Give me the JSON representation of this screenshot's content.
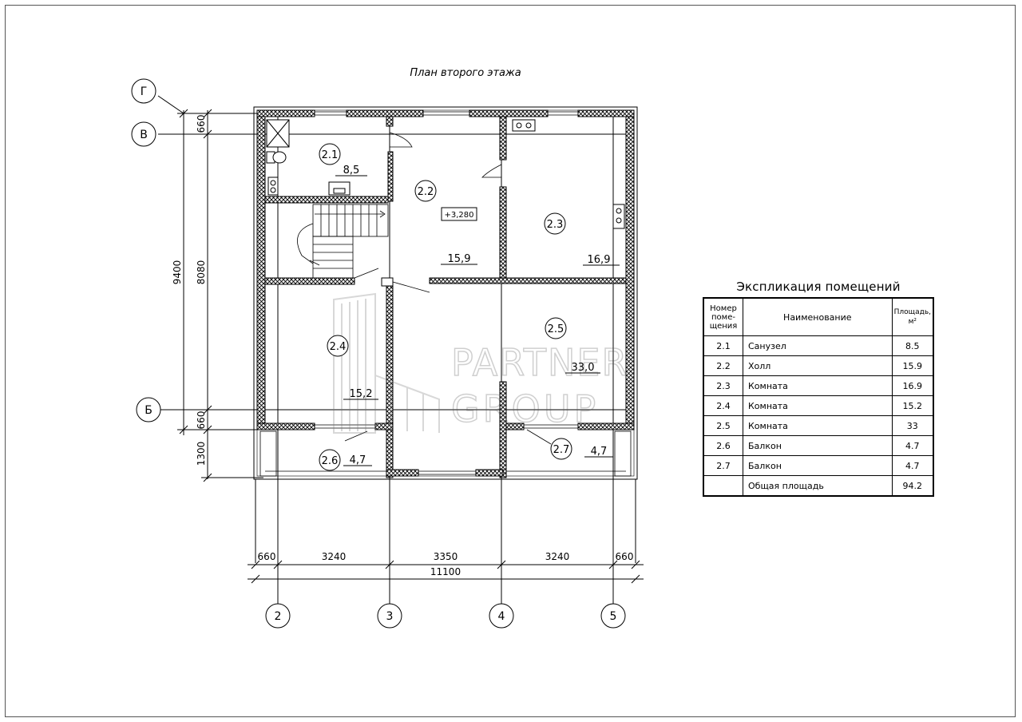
{
  "plan": {
    "title": "План второго этажа",
    "axes_rows": [
      "Г",
      "В",
      "Б"
    ],
    "axes_cols": [
      "2",
      "3",
      "4",
      "5"
    ],
    "dims_left": [
      "660",
      "9400",
      "8080",
      "660",
      "1300"
    ],
    "dims_bottom": [
      "660",
      "3240",
      "3350",
      "3240",
      "660"
    ],
    "dim_total": "11100",
    "level_mark": "+3,280",
    "rooms": [
      {
        "id": "2.1",
        "area": "8,5"
      },
      {
        "id": "2.2",
        "area": "15,9"
      },
      {
        "id": "2.3",
        "area": "16,9"
      },
      {
        "id": "2.4",
        "area": "15,2"
      },
      {
        "id": "2.5",
        "area": "33,0"
      },
      {
        "id": "2.6",
        "area": "4,7"
      },
      {
        "id": "2.7",
        "area": "4,7"
      }
    ],
    "watermark": [
      "PARTNER",
      "GROUP"
    ]
  },
  "explication": {
    "title": "Экспликация помещений",
    "headers": {
      "num": "Номер поме- щения",
      "name": "Наименование",
      "area": "Площадь, м²"
    },
    "rows": [
      {
        "num": "2.1",
        "name": "Санузел",
        "area": "8.5"
      },
      {
        "num": "2.2",
        "name": "Холл",
        "area": "15.9"
      },
      {
        "num": "2.3",
        "name": "Комната",
        "area": "16.9"
      },
      {
        "num": "2.4",
        "name": "Комната",
        "area": "15.2"
      },
      {
        "num": "2.5",
        "name": "Комната",
        "area": "33"
      },
      {
        "num": "2.6",
        "name": "Балкон",
        "area": "4.7"
      },
      {
        "num": "2.7",
        "name": "Балкон",
        "area": "4.7"
      }
    ],
    "total": {
      "name": "Общая площадь",
      "area": "94.2"
    }
  }
}
